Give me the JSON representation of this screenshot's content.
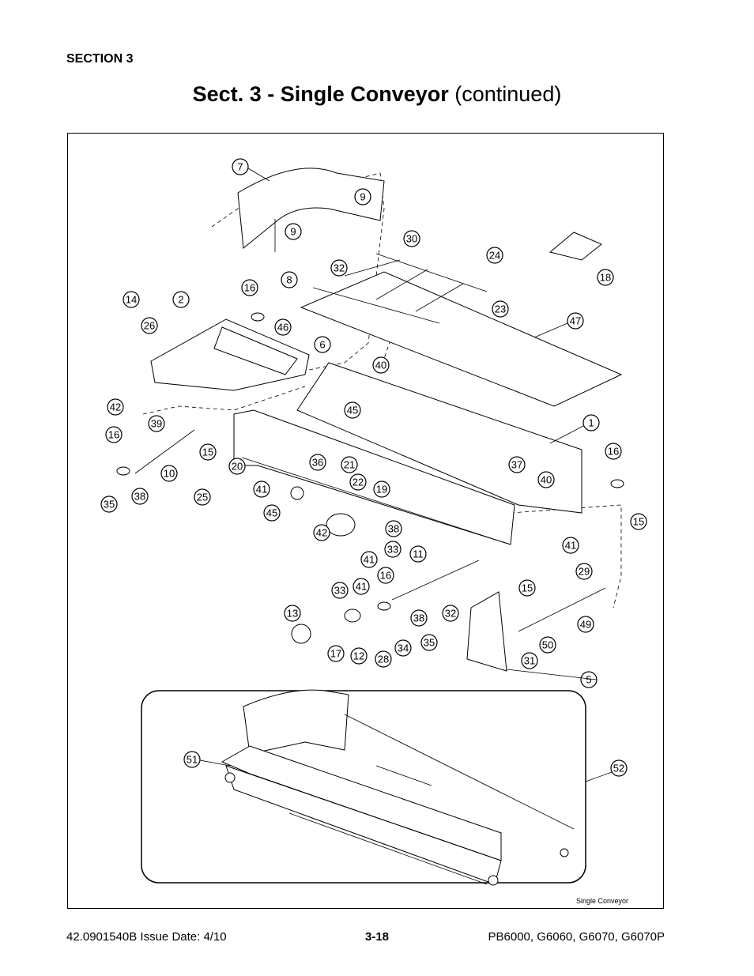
{
  "header": {
    "section": "SECTION 3",
    "title_bold": "Sect. 3 - Single Conveyor",
    "title_rest": " (continued)"
  },
  "figure": {
    "caption": "Single Conveyor",
    "callouts": [
      "7",
      "9",
      "9",
      "30",
      "32",
      "8",
      "24",
      "18",
      "23",
      "16",
      "14",
      "2",
      "26",
      "46",
      "6",
      "47",
      "40",
      "42",
      "39",
      "45",
      "16",
      "1",
      "10",
      "15",
      "36",
      "21",
      "20",
      "22",
      "19",
      "37",
      "40",
      "16",
      "41",
      "25",
      "45",
      "15",
      "38",
      "35",
      "38",
      "42",
      "33",
      "41",
      "11",
      "41",
      "29",
      "15",
      "16",
      "33",
      "41",
      "13",
      "32",
      "38",
      "35",
      "49",
      "50",
      "17",
      "12",
      "28",
      "34",
      "31",
      "5",
      "51",
      "52"
    ]
  },
  "footer": {
    "doc_number": "42.0901540B  Issue Date: 4/10",
    "page": "3-18",
    "models": "PB6000, G6060, G6070, G6070P"
  }
}
